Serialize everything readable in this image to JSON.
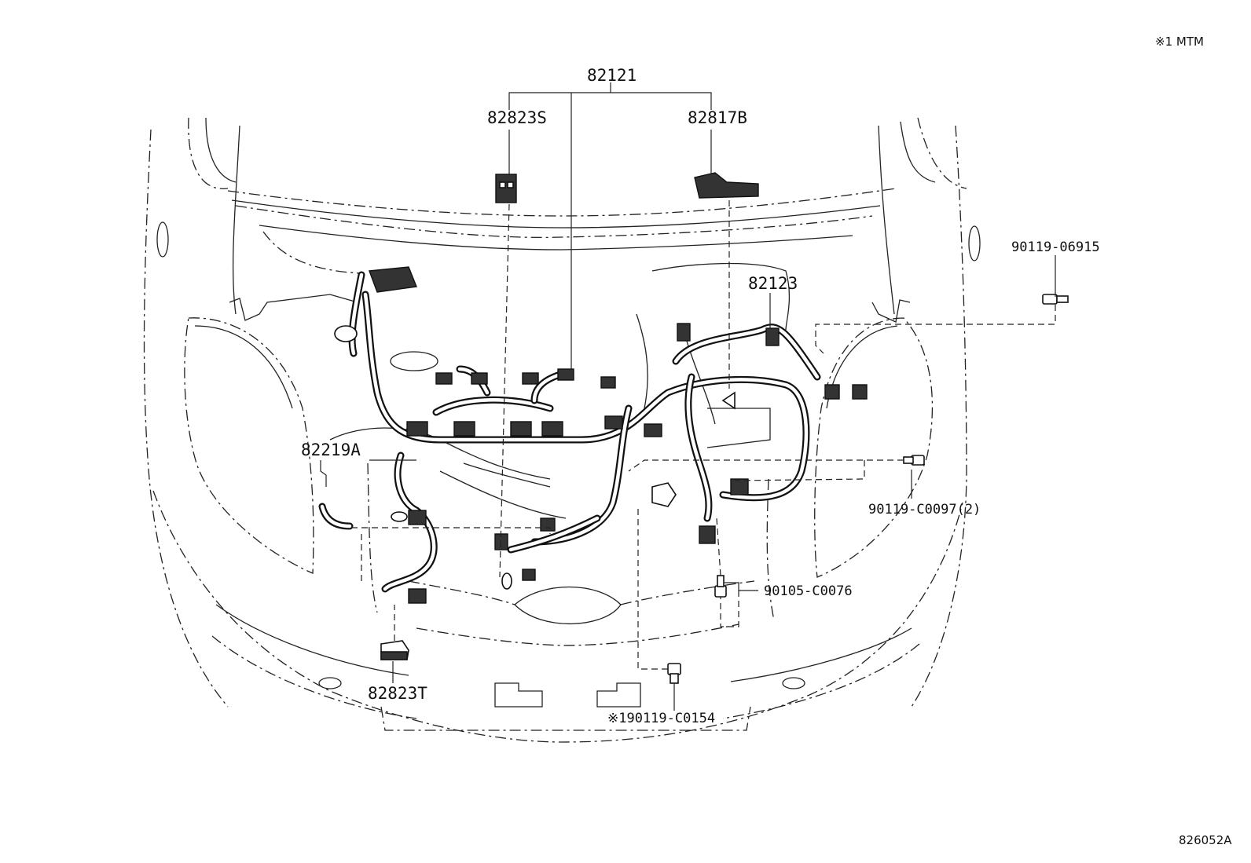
{
  "header_note": "※1 MTM",
  "diagram_id": "826052A",
  "labels": {
    "main_harness": "82121",
    "connector_left_top": "82823S",
    "connector_right_top": "82817B",
    "sub_harness": "82123",
    "bolt_top_right": "90119-06915",
    "harness_left": "82219A",
    "bolt_mid_right": "90119-C0097(2)",
    "bolt_lower_right": "90105-C0076",
    "connector_bottom_left": "82823T",
    "bolt_bottom": "※190119-C0154"
  }
}
